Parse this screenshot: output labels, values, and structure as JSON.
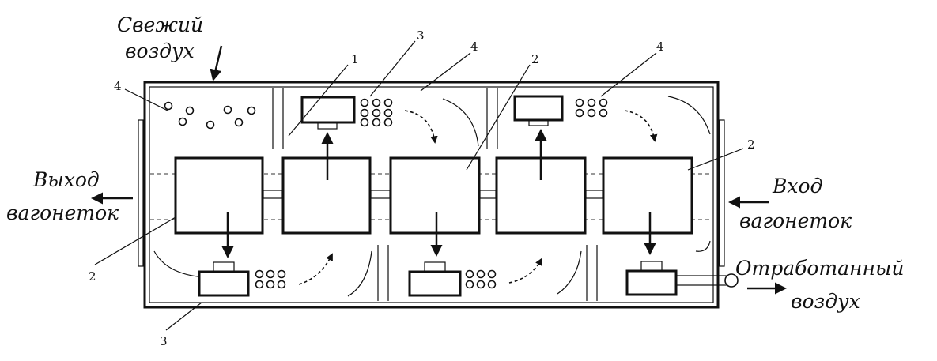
{
  "labels": {
    "fresh_air_line1": "Свежий",
    "fresh_air_line2": "воздух",
    "exit_line1": "Выход",
    "exit_line2": "вагонеток",
    "entry_line1": "Вход",
    "entry_line2": "вагонеток",
    "exhaust_line1": "Отработанный",
    "exhaust_line2": "воздух"
  },
  "callouts": {
    "c1": "1",
    "c3_top": "3",
    "c4_mid": "4",
    "c2_top": "2",
    "c4_right": "4",
    "c4_left": "4",
    "c2_right": "2",
    "c2_left": "2",
    "c3_bottom": "3"
  }
}
